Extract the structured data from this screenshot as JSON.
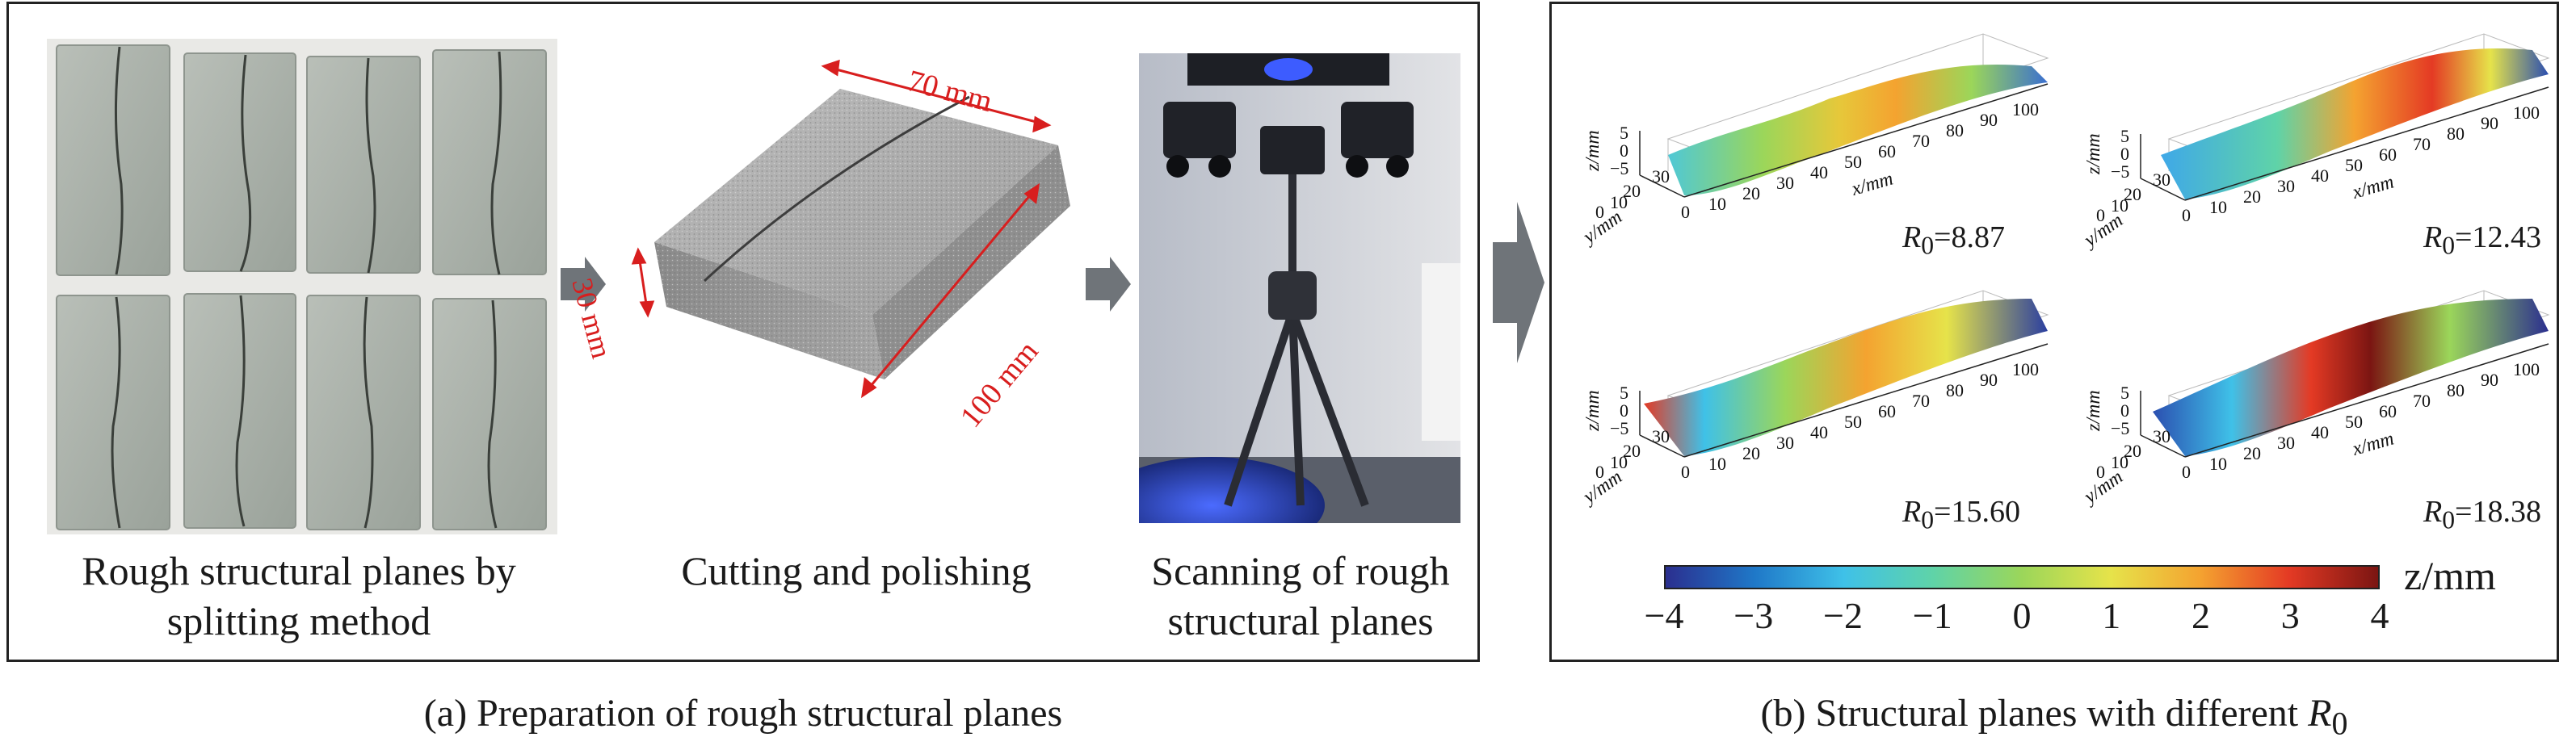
{
  "panel_a": {
    "step1_label": "Rough structural planes by splitting method",
    "step2_label": "Cutting and polishing",
    "step3_label": "Scanning of rough structural planes",
    "dim_length": "100 mm",
    "dim_width": "70 mm",
    "dim_height": "30 mm",
    "caption": "(a) Preparation of rough structural planes"
  },
  "panel_b": {
    "caption_prefix": "(b) Structural planes with different ",
    "caption_symbol": "R",
    "caption_sub": "0",
    "surfaces": [
      {
        "r_symbol": "R",
        "r_sub": "0",
        "r_value": "=8.87"
      },
      {
        "r_symbol": "R",
        "r_sub": "0",
        "r_value": "=12.43"
      },
      {
        "r_symbol": "R",
        "r_sub": "0",
        "r_value": "=15.60"
      },
      {
        "r_symbol": "R",
        "r_sub": "0",
        "r_value": "=18.38"
      }
    ],
    "axes": {
      "x_label": "x/mm",
      "y_label": "y/mm",
      "z_label": "z/mm",
      "x_ticks": [
        "0",
        "10",
        "20",
        "30",
        "40",
        "50",
        "60",
        "70",
        "80",
        "90",
        "100"
      ],
      "y_ticks": [
        "0",
        "10",
        "20",
        "30"
      ],
      "z_ticks": [
        "5",
        "0",
        "−5"
      ]
    },
    "colorbar": {
      "label": "z/mm",
      "ticks": [
        "−4",
        "−3",
        "−2",
        "−1",
        "0",
        "1",
        "2",
        "3",
        "4"
      ],
      "min": -4,
      "max": 4,
      "colors": [
        "#2b2f8f",
        "#1f78c8",
        "#3fc1e8",
        "#5fd3a8",
        "#9bd65a",
        "#e6e34a",
        "#f4a330",
        "#e43a24",
        "#7b1512"
      ]
    }
  }
}
